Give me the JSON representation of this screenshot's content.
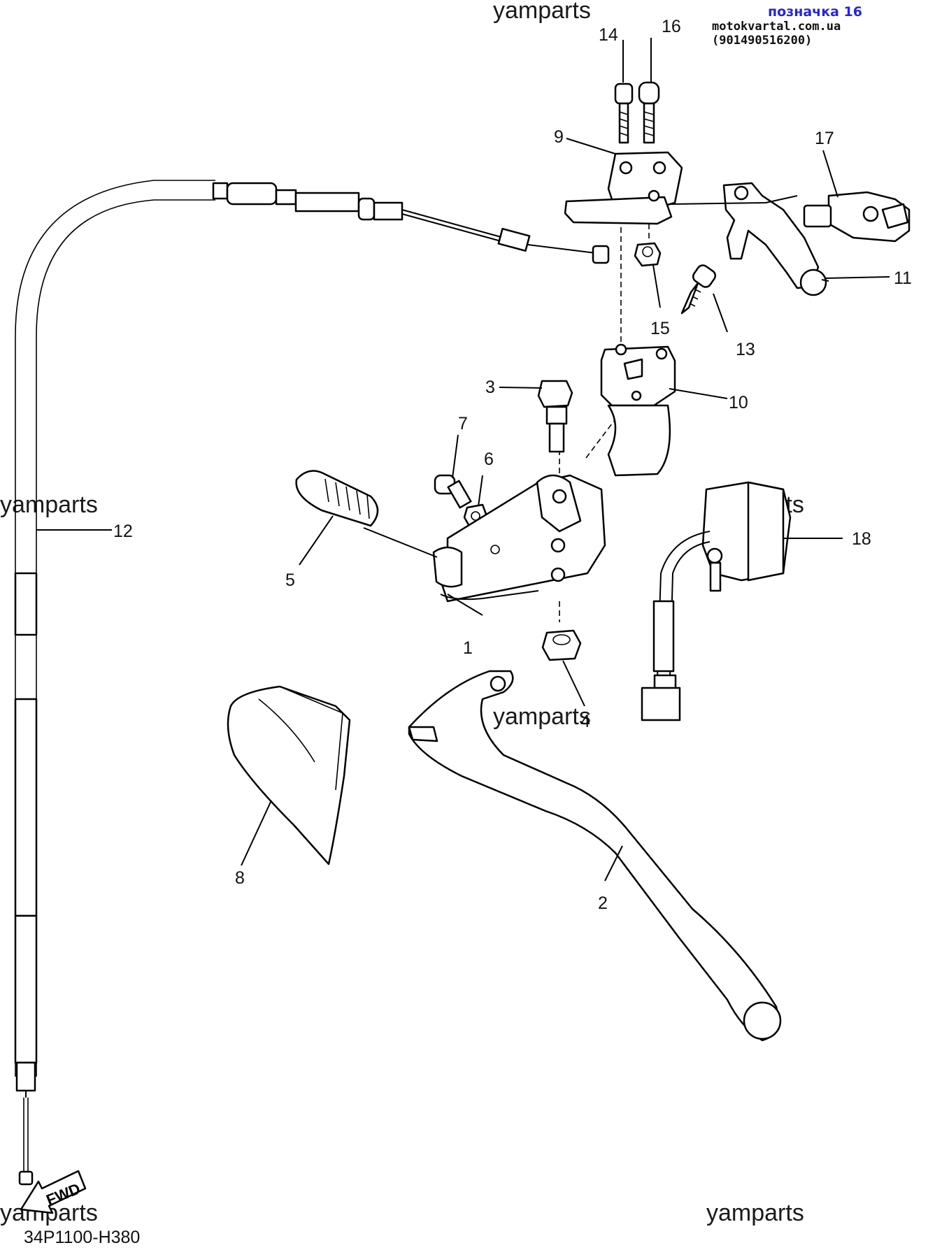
{
  "header": {
    "tag": "позначка 16",
    "site": "motokvartal.com.ua (901490516200)"
  },
  "watermark": "yamparts",
  "diagram_code": "34P1100-H380",
  "fwd_label": "FWD",
  "parts": [
    {
      "id": "1",
      "label": "1"
    },
    {
      "id": "2",
      "label": "2"
    },
    {
      "id": "3",
      "label": "3"
    },
    {
      "id": "4",
      "label": "4"
    },
    {
      "id": "5",
      "label": "5"
    },
    {
      "id": "6",
      "label": "6"
    },
    {
      "id": "7",
      "label": "7"
    },
    {
      "id": "8",
      "label": "8"
    },
    {
      "id": "9",
      "label": "9"
    },
    {
      "id": "10",
      "label": "10"
    },
    {
      "id": "11",
      "label": "11"
    },
    {
      "id": "12",
      "label": "12"
    },
    {
      "id": "13",
      "label": "13"
    },
    {
      "id": "14",
      "label": "14"
    },
    {
      "id": "15",
      "label": "15"
    },
    {
      "id": "16",
      "label": "16"
    },
    {
      "id": "17",
      "label": "17"
    },
    {
      "id": "18",
      "label": "18"
    }
  ]
}
